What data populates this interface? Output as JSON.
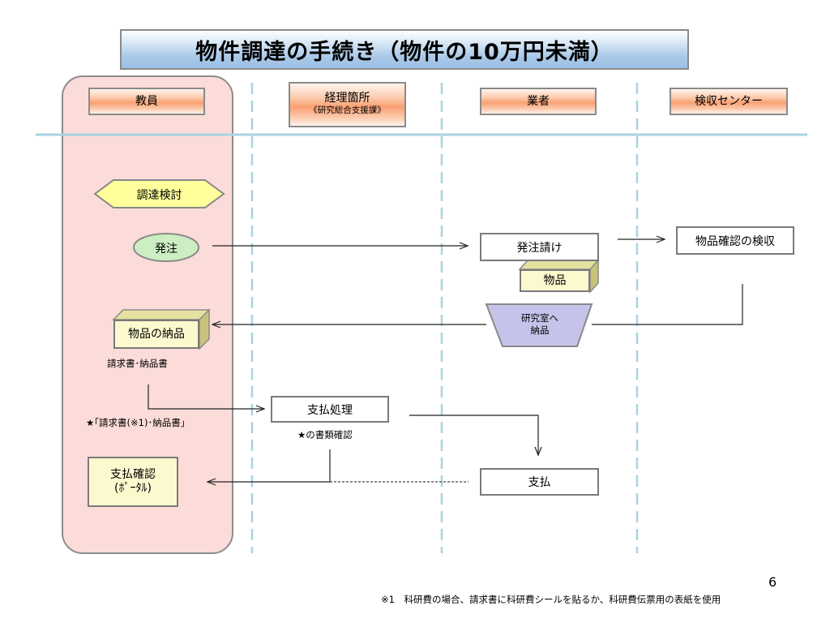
{
  "title": "物件調達の手続き（物件の10万円未満）",
  "lanes": {
    "teacher": "教員",
    "accounting": "経理箇所",
    "accounting_sub": "《研究総合支援課》",
    "vendor": "業者",
    "inspection": "検収センター"
  },
  "steps": {
    "procurement_review": "調達検討",
    "order": "発注",
    "order_accept": "発注請け",
    "goods": "物品",
    "goods_inspection": "物品確認の検収",
    "deliver_to_lab_line1": "研究室へ",
    "deliver_to_lab_line2": "納品",
    "goods_delivered": "物品の納品",
    "invoice_delivery_note": "請求書･納品書",
    "documents_note": "★｢請求書(※1)･納品書｣",
    "payment_processing": "支払処理",
    "document_check": "★の書類確認",
    "payment_confirm_line1": "支払確認",
    "payment_confirm_line2": "(ﾎﾟｰﾀﾙ)",
    "payment": "支払"
  },
  "footer": {
    "page_number": "6",
    "note": "※1　科研費の場合、請求書に科研費シールを貼るか、科研費伝票用の表紙を使用"
  },
  "colors": {
    "teacher_lane": "#fbdcd8",
    "header_orange": "#f9a073",
    "title_blue": "#a9c8e8",
    "divider_blue": "#a9d3e0",
    "hexagon_yellow": "#ffff9c",
    "oval_green": "#cdeec3",
    "trapezoid_lavender": "#c6c3ea",
    "box_yellow": "#fdf9cf"
  }
}
